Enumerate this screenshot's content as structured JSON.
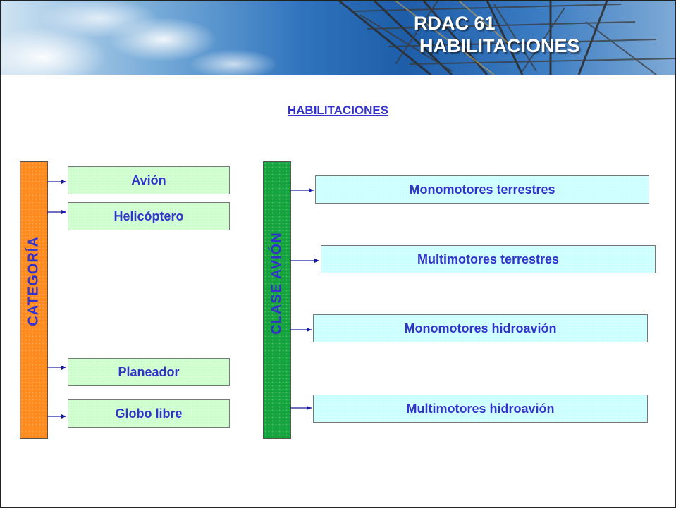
{
  "header": {
    "title_line1": "RDAC 61",
    "title_line2": "HABILITACIONES"
  },
  "heading": "HABILITACIONES",
  "categoria": {
    "label": "CATEGORÍA",
    "items": [
      "Avión",
      "Helicóptero",
      "Planeador",
      "Globo libre"
    ]
  },
  "clase": {
    "label": "CLASE  AVIÓN",
    "items": [
      "Monomotores terrestres",
      "Multimotores terrestres",
      "Monomotores hidroavión",
      "Multimotores hidroavión"
    ]
  },
  "colors": {
    "text": "#3333cc",
    "categoria_bar": "#ff8a1e",
    "clase_bar": "#14a33c",
    "categoria_boxes": "#ccffcc",
    "clase_boxes": "#ccffff"
  }
}
